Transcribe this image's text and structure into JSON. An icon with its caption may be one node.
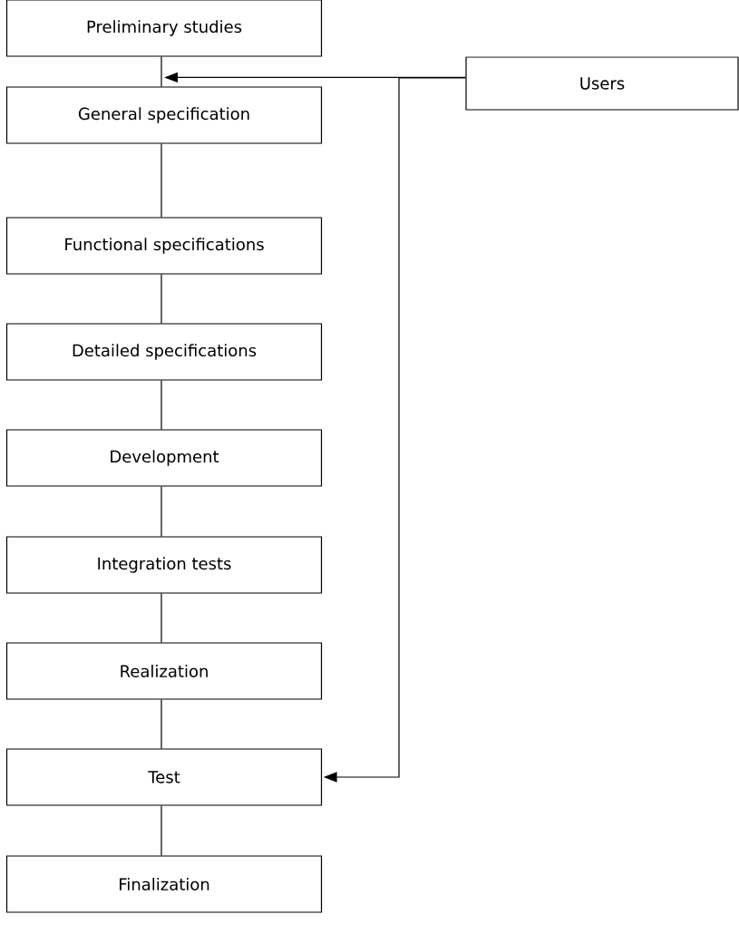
{
  "diagram": {
    "nodes": [
      {
        "text": [
          "Preliminary studies"
        ]
      },
      {
        "text": [
          "General specification"
        ]
      },
      {
        "text": [
          "Functional specifications"
        ]
      },
      {
        "text": [
          "Detailed specifications"
        ]
      },
      {
        "text": [
          "Development"
        ]
      },
      {
        "text": [
          "Integration tests"
        ]
      },
      {
        "text": [
          "Realization"
        ]
      },
      {
        "text": [
          "Test"
        ]
      },
      {
        "text": [
          "Finalization"
        ]
      },
      {
        "text": [
          "Users"
        ]
      }
    ],
    "edges": [
      {
        "from": 0,
        "to": 1,
        "arrow": "none"
      },
      {
        "from": 1,
        "to": 2,
        "arrow": "none"
      },
      {
        "from": 2,
        "to": 3,
        "arrow": "none"
      },
      {
        "from": 3,
        "to": 4,
        "arrow": "none"
      },
      {
        "from": 4,
        "to": 5,
        "arrow": "none"
      },
      {
        "from": 5,
        "to": 6,
        "arrow": "none"
      },
      {
        "from": 6,
        "to": 7,
        "arrow": "none"
      },
      {
        "from": 7,
        "to": 8,
        "arrow": "none"
      },
      {
        "from": 9,
        "to": 1,
        "arrow": "to"
      },
      {
        "from": 9,
        "to": 7,
        "arrow": "to"
      }
    ]
  }
}
